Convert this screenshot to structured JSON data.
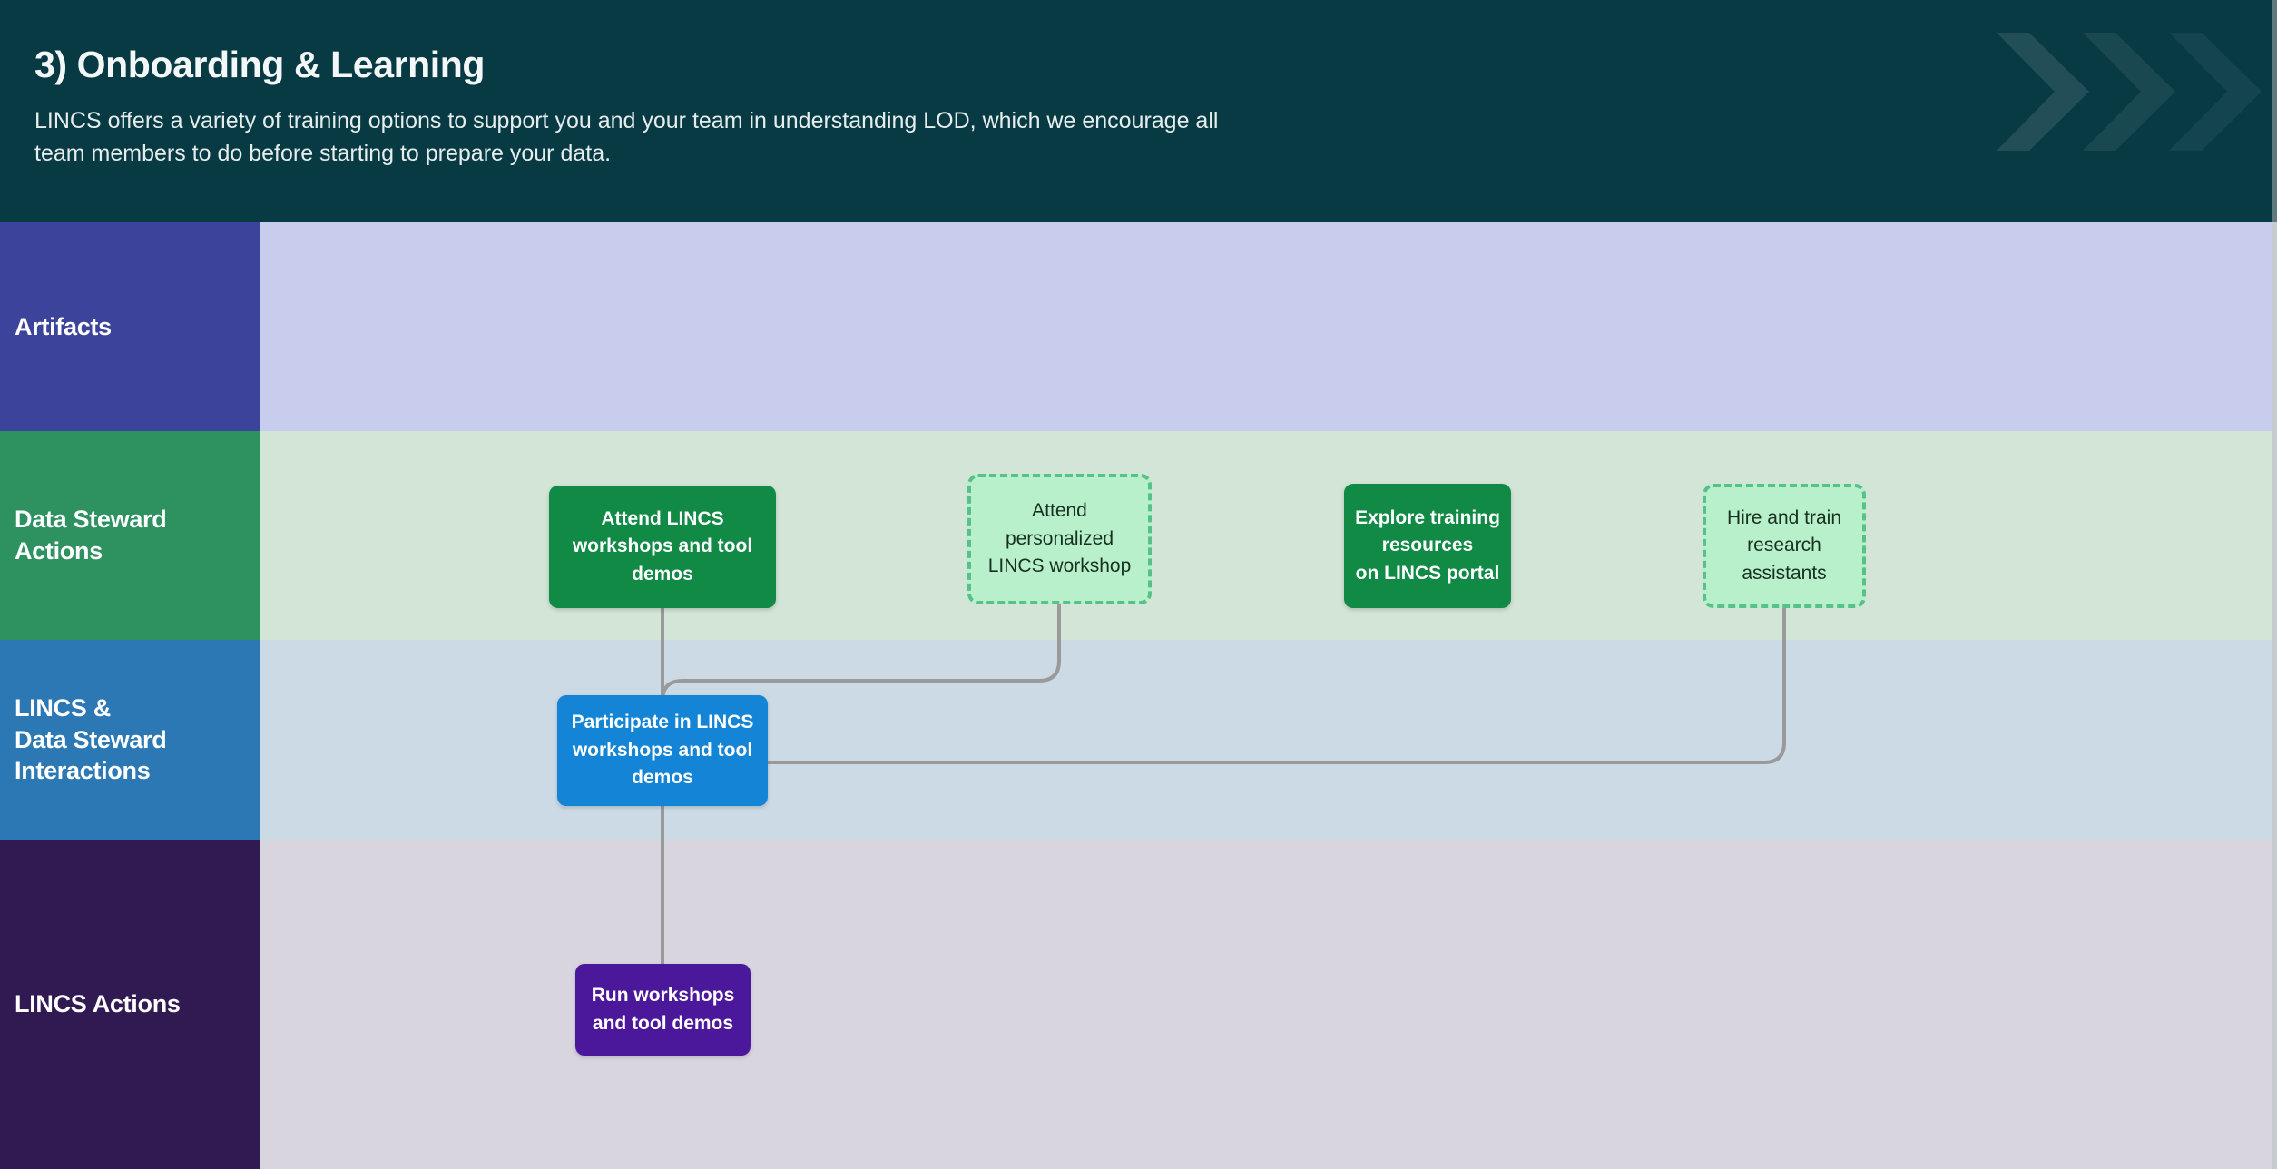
{
  "header": {
    "title": "3) Onboarding & Learning",
    "subtitle": "LINCS offers a variety of training options to support you and your team in understanding LOD, which we encourage all team members to do before starting to prepare your data.",
    "background_color": "#083a44",
    "chevron_icon": "chevron-right-icon",
    "chevron_count": 3
  },
  "lanes": [
    {
      "key": "artifacts",
      "label": "Artifacts",
      "label_color": "#3b449a",
      "body_color": "#c8cdee",
      "nodes": []
    },
    {
      "key": "steward",
      "label": "Data Steward\nActions",
      "label_color": "#2e9260",
      "body_color": "#d2e5d7",
      "nodes": [
        "attend-lincs-workshops",
        "attend-personalized-workshop",
        "explore-training-resources",
        "hire-and-train-assistants"
      ]
    },
    {
      "key": "interactions",
      "label": "LINCS &\nData Steward\nInteractions",
      "label_color": "#2c78b4",
      "body_color": "#ccdae6",
      "nodes": [
        "participate-in-lincs-workshops"
      ]
    },
    {
      "key": "lincs",
      "label": "LINCS Actions",
      "label_color": "#311a52",
      "body_color": "#d8d5de",
      "nodes": [
        "run-workshops-and-tool-demos"
      ]
    }
  ],
  "nodes": {
    "attend_workshops": {
      "label": "Attend LINCS\nworkshops and tool\ndemos",
      "style": "solid-green",
      "fill": "#108a45",
      "text_color": "#ffffff"
    },
    "attend_personalized": {
      "label": "Attend\npersonalized\nLINCS workshop",
      "style": "dashed-green",
      "fill": "#b8f0cc",
      "border": "#57c189",
      "text_color": "#18301f"
    },
    "explore_training": {
      "label": "Explore training\nresources\non LINCS portal",
      "style": "solid-green",
      "fill": "#108a45",
      "text_color": "#ffffff"
    },
    "hire_train": {
      "label": "Hire and train\nresearch\nassistants",
      "style": "dashed-green",
      "fill": "#b8f0cc",
      "border": "#57c189",
      "text_color": "#18301f"
    },
    "participate": {
      "label": "Participate in LINCS\nworkshops and tool\ndemos",
      "style": "blue",
      "fill": "#1485d6",
      "text_color": "#ffffff"
    },
    "run_workshops": {
      "label": "Run workshops\nand tool demos",
      "style": "purple",
      "fill": "#4b189c",
      "text_color": "#ffffff"
    }
  },
  "connectors": {
    "stroke_color": "#9a9a9a",
    "stroke_width": 4,
    "edges": [
      {
        "from": "attend_workshops",
        "to": "participate"
      },
      {
        "from": "attend_personalized",
        "to": "participate"
      },
      {
        "from": "hire_train",
        "to": "participate"
      },
      {
        "from": "participate",
        "to": "run_workshops"
      }
    ]
  }
}
